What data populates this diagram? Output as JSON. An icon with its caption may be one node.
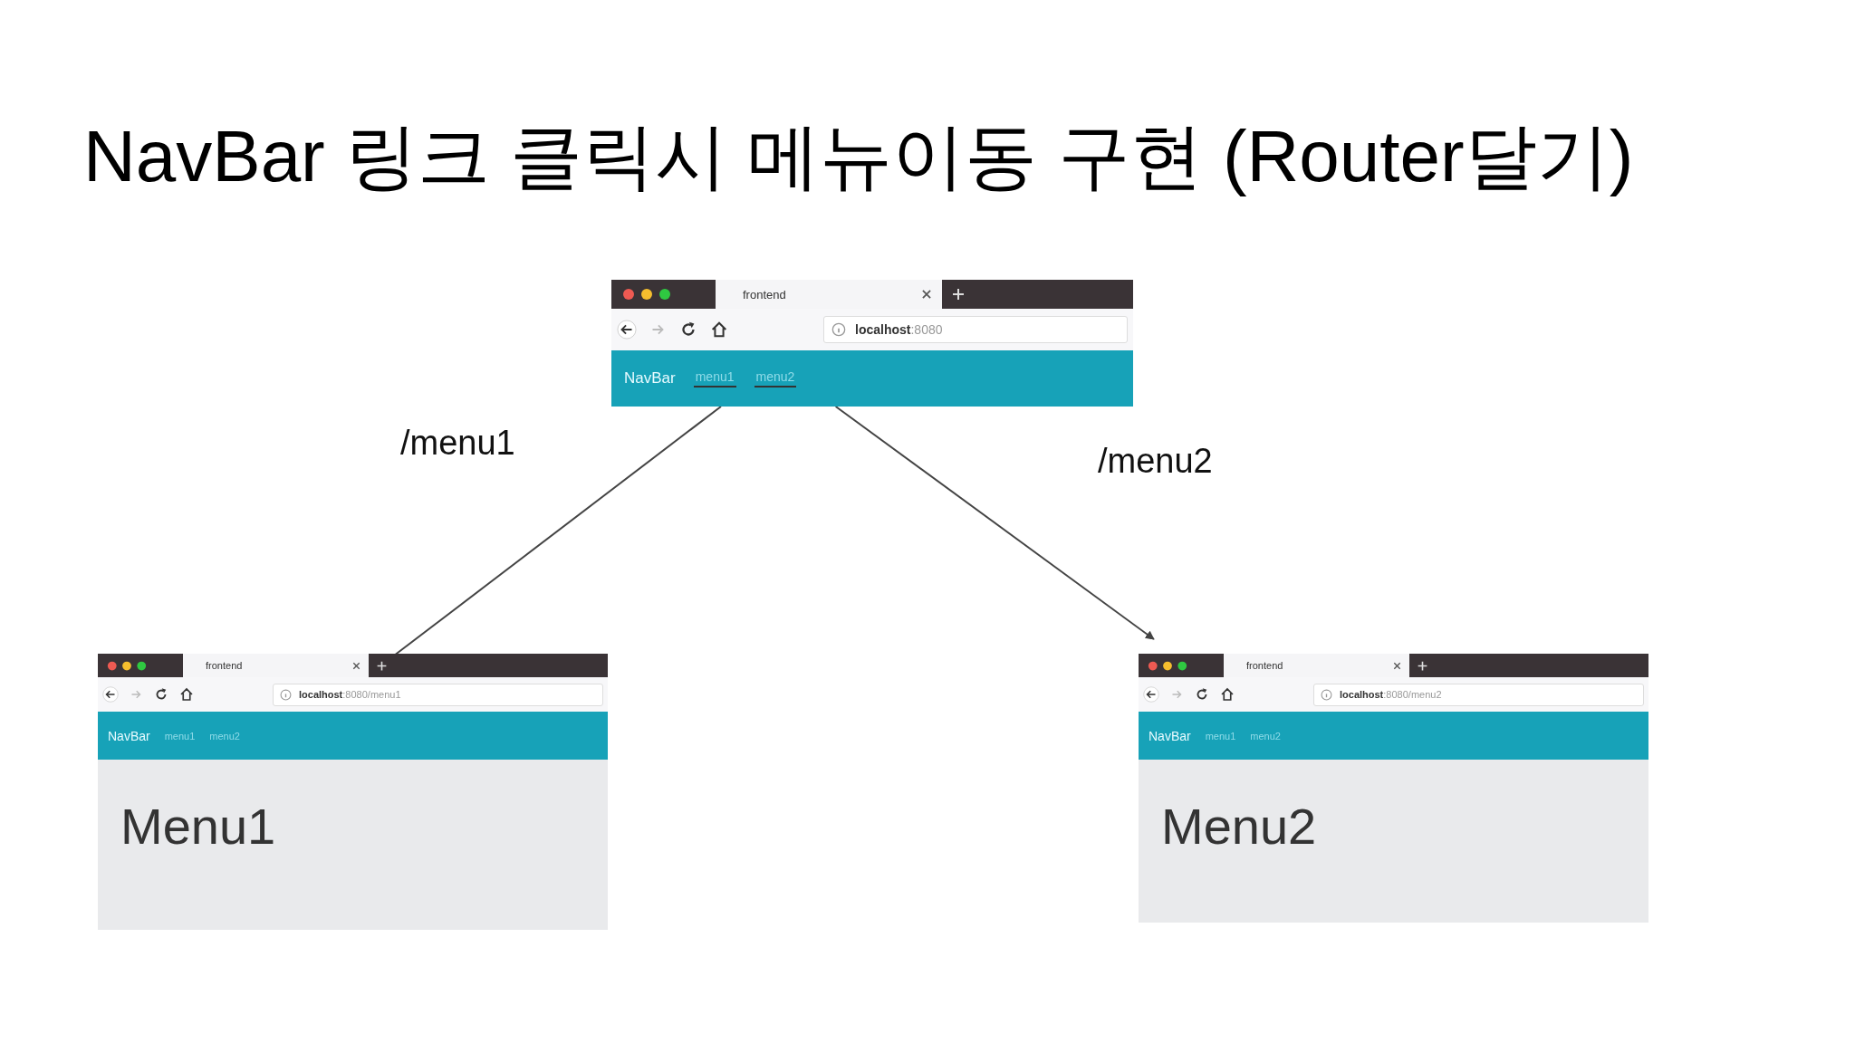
{
  "diagram": {
    "title": "NavBar 링크 클릭시 메뉴이동 구현 (Router달기)",
    "nodes": [
      {
        "text": [
          "frontend",
          "**localhost**:8080",
          "NavBar",
          "menu1",
          "menu2"
        ]
      },
      {
        "text": [
          "frontend",
          "**localhost**:8080/menu1",
          "NavBar",
          "menu1",
          "menu2",
          "Menu1"
        ]
      },
      {
        "text": [
          "frontend",
          "**localhost**:8080/menu2",
          "NavBar",
          "menu1",
          "menu2",
          "Menu2"
        ]
      }
    ],
    "edges": [
      {
        "from": 0,
        "to": 1,
        "arrow": "to",
        "label": "/menu1"
      },
      {
        "from": 0,
        "to": 2,
        "arrow": "to",
        "label": "/menu2"
      }
    ]
  }
}
